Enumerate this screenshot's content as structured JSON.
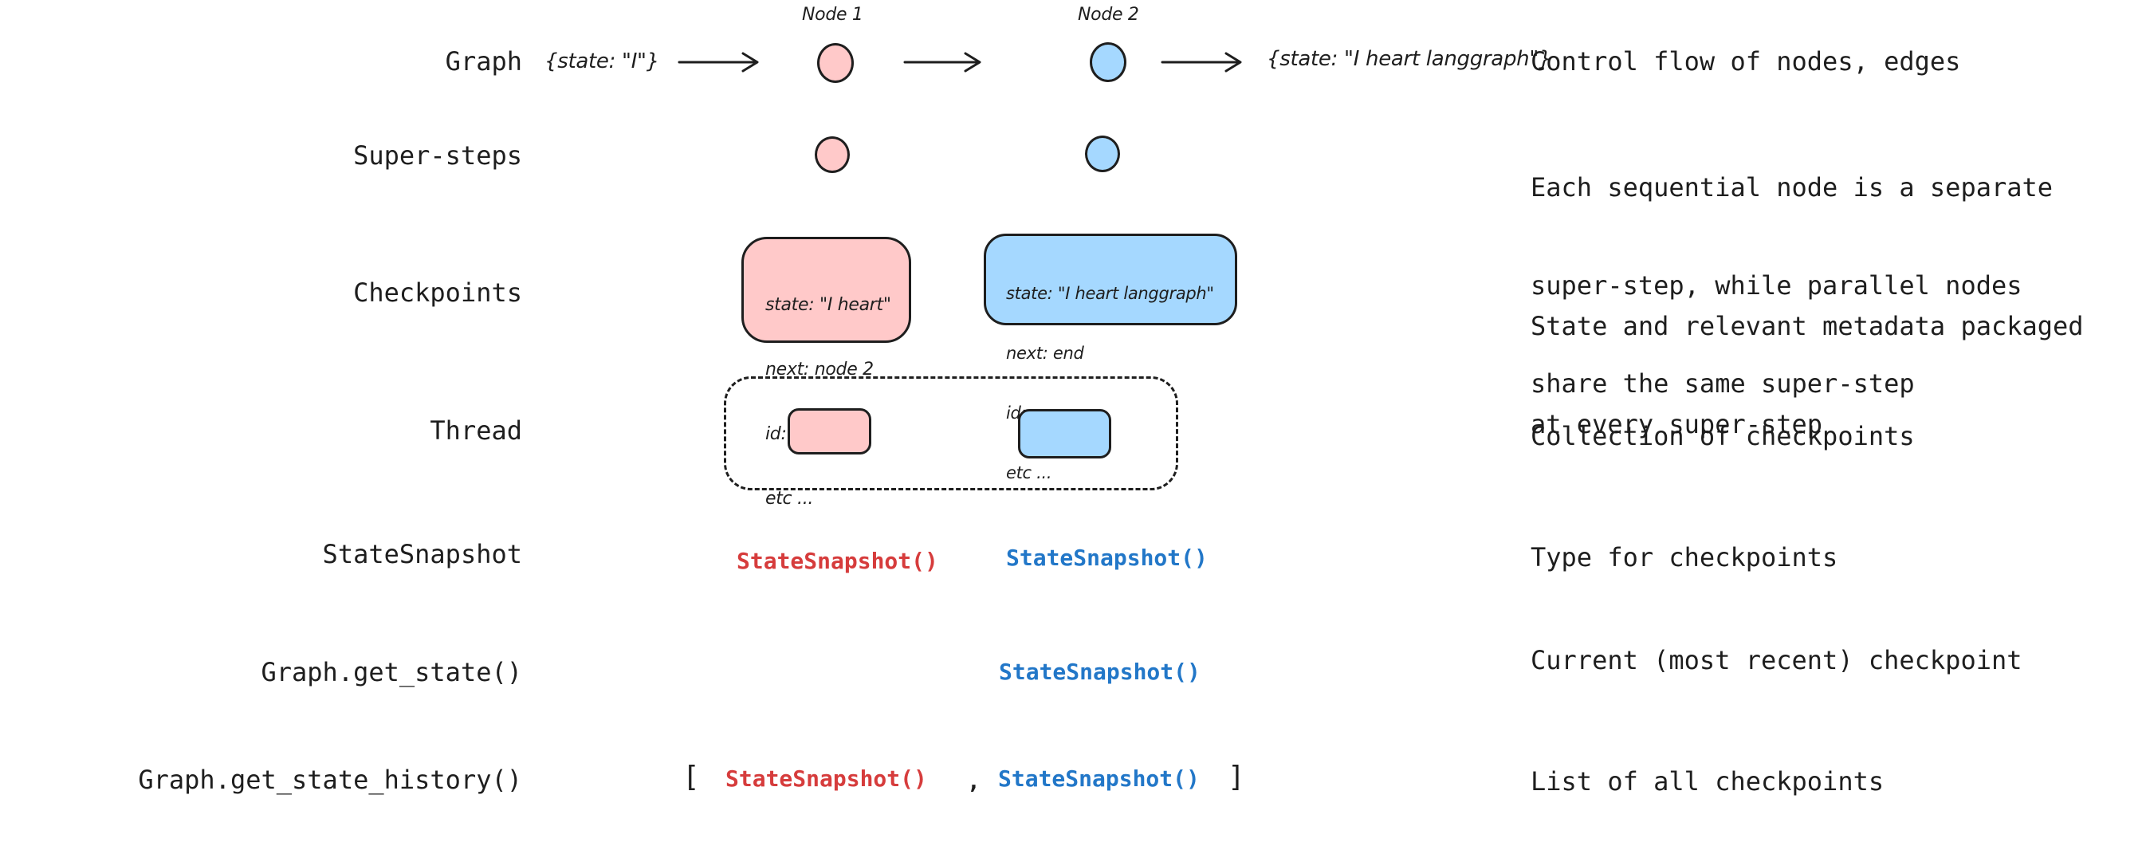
{
  "palette": {
    "ink": "#1e1e1e",
    "pink_fill": "#ffc9c9",
    "blue_fill": "#a5d8ff",
    "red_code": "#d63c3c",
    "blue_code": "#2277c8"
  },
  "left_labels": {
    "graph": "Graph",
    "supersteps": "Super-steps",
    "checkpoints": "Checkpoints",
    "thread": "Thread",
    "statesnapshot": "StateSnapshot",
    "get_state": "Graph.get_state()",
    "get_state_history": "Graph.get_state_history()"
  },
  "descriptions": {
    "graph": "Control flow of nodes, edges",
    "supersteps": [
      "Each sequential node is a separate",
      "super-step, while parallel nodes",
      "share the same super-step"
    ],
    "checkpoints": [
      "State and relevant metadata packaged",
      "at every super-step"
    ],
    "thread": "Collection of checkpoints",
    "statesnapshot": "Type for checkpoints",
    "get_state": "Current (most recent) checkpoint",
    "get_state_history": "List of all checkpoints"
  },
  "graph_row": {
    "input_state": "{state: \"I\"}",
    "node1_label": "Node 1",
    "node2_label": "Node 2",
    "output_state": "{state: \"I heart langgraph\"}"
  },
  "checkpoint_boxes": {
    "pink": [
      "state: \"I heart\"",
      "next: node 2",
      "id: ...",
      "etc ..."
    ],
    "blue": [
      "state: \"I heart langgraph\"",
      "next: end",
      "id: ...",
      "etc ..."
    ]
  },
  "code_calls": {
    "statesnapshot": "StateSnapshot()",
    "open_bracket": "[",
    "comma": ",",
    "close_bracket": "]"
  }
}
